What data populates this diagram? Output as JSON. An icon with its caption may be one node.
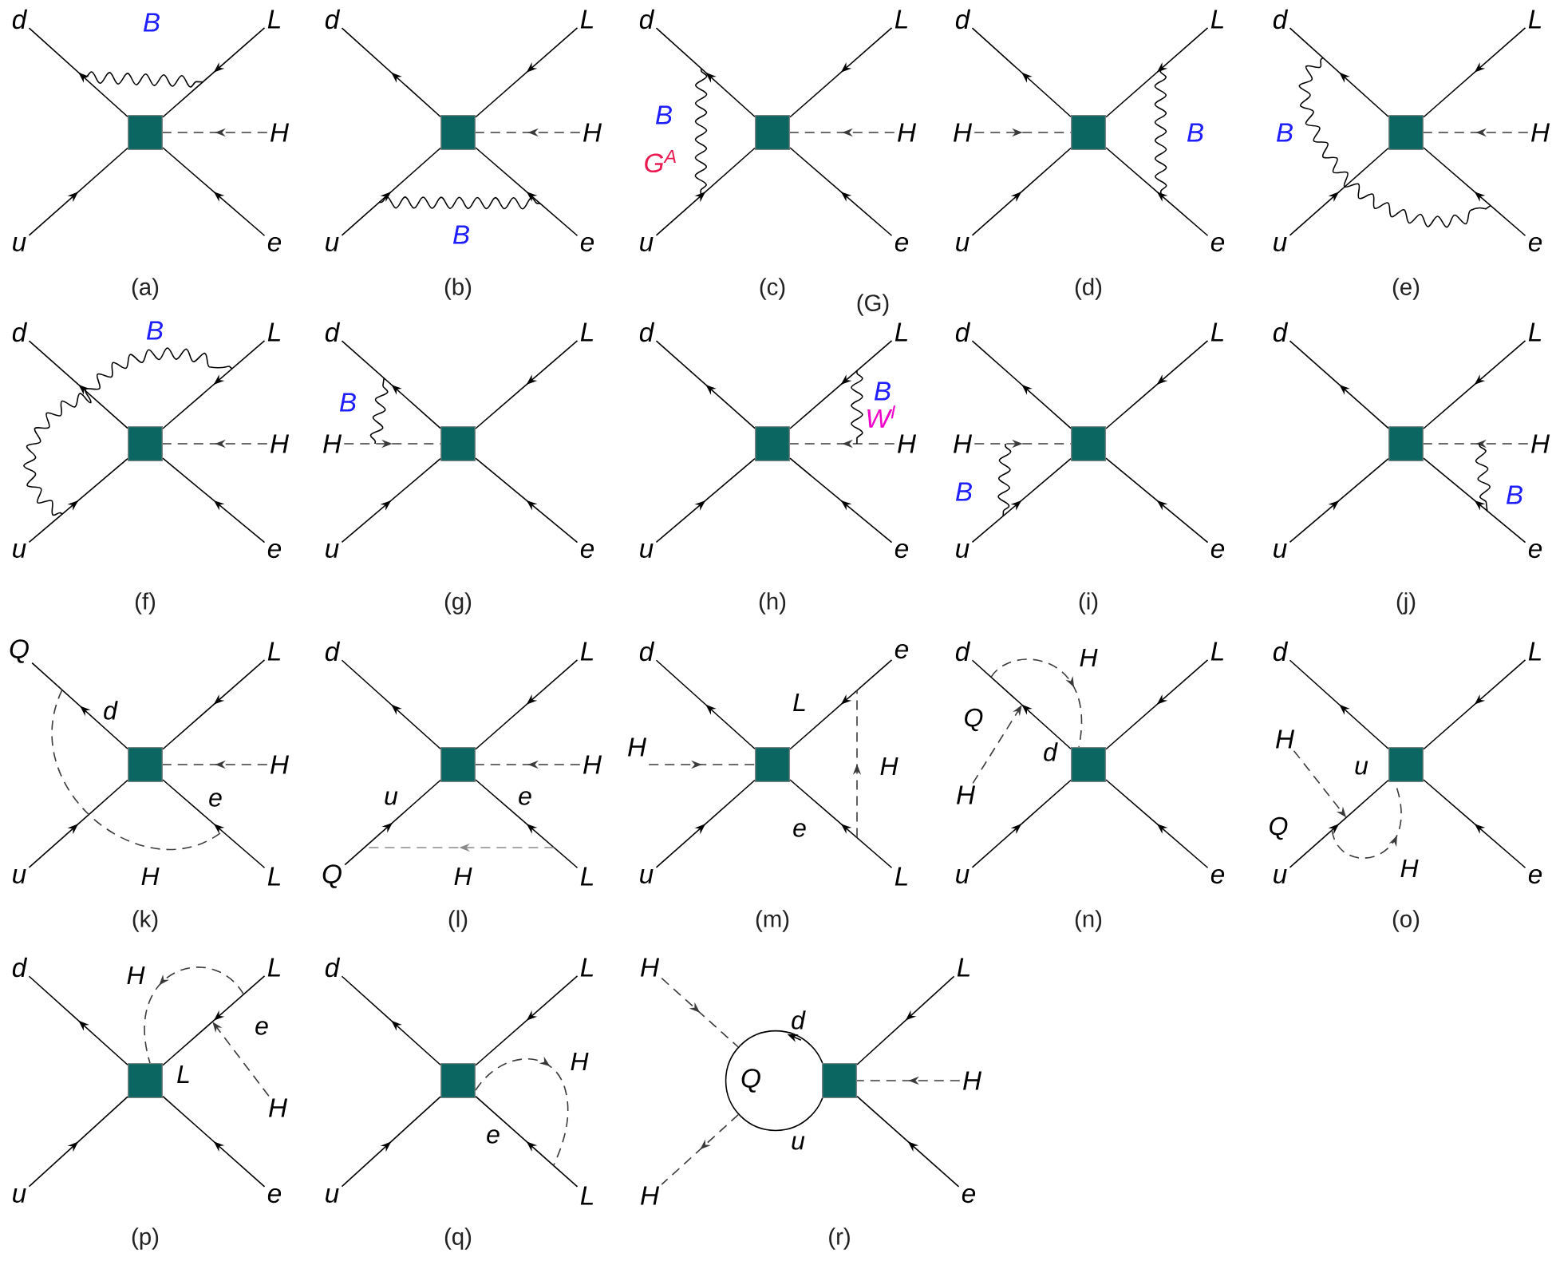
{
  "diagram": {
    "nodes": [
      {
        "text": [
          "d"
        ]
      },
      {
        "text": [
          "L"
        ]
      },
      {
        "text": [],
        "shape": "box"
      },
      {
        "text": [
          "H"
        ]
      },
      {
        "text": [
          "u"
        ]
      },
      {
        "text": [
          "e"
        ]
      },
      {
        "text": [
          "d"
        ]
      },
      {
        "text": [
          "L"
        ]
      },
      {
        "text": [],
        "shape": "box"
      },
      {
        "text": [
          "H"
        ]
      },
      {
        "text": [
          "u"
        ]
      },
      {
        "text": [
          "e"
        ]
      },
      {
        "text": [
          "d"
        ]
      },
      {
        "text": [
          "L"
        ]
      },
      {
        "text": [],
        "shape": "box"
      },
      {
        "text": [
          "H"
        ]
      },
      {
        "text": [
          "u"
        ]
      },
      {
        "text": [
          "e"
        ]
      },
      {
        "text": [
          "d"
        ]
      },
      {
        "text": [
          "L"
        ]
      },
      {
        "text": [
          "H"
        ]
      },
      {
        "text": [],
        "shape": "box"
      },
      {
        "text": [
          "u"
        ]
      },
      {
        "text": [
          "e"
        ]
      },
      {
        "text": [
          "d"
        ]
      },
      {
        "text": [
          "L"
        ]
      },
      {
        "text": [],
        "shape": "box"
      },
      {
        "text": [
          "H"
        ]
      },
      {
        "text": [
          "u"
        ]
      },
      {
        "text": [
          "e"
        ]
      },
      {
        "text": [
          "d"
        ]
      },
      {
        "text": [
          "L"
        ]
      },
      {
        "text": [],
        "shape": "box"
      },
      {
        "text": [
          "H"
        ]
      },
      {
        "text": [
          "u"
        ]
      },
      {
        "text": [
          "e"
        ]
      },
      {
        "text": [
          "d"
        ]
      },
      {
        "text": [
          "L"
        ]
      },
      {
        "text": [
          "H"
        ]
      },
      {
        "text": [],
        "shape": "box"
      },
      {
        "text": [
          "u"
        ]
      },
      {
        "text": [
          "e"
        ]
      },
      {
        "text": [
          "d"
        ]
      },
      {
        "text": [
          "L"
        ]
      },
      {
        "text": [],
        "shape": "box"
      },
      {
        "text": [
          "H"
        ]
      },
      {
        "text": [
          "u"
        ]
      },
      {
        "text": [
          "e"
        ]
      },
      {
        "text": [
          "d"
        ]
      },
      {
        "text": [
          "L"
        ]
      },
      {
        "text": [
          "H"
        ]
      },
      {
        "text": [],
        "shape": "box"
      },
      {
        "text": [
          "u"
        ]
      },
      {
        "text": [
          "e"
        ]
      },
      {
        "text": [
          "d"
        ]
      },
      {
        "text": [
          "L"
        ]
      },
      {
        "text": [],
        "shape": "box"
      },
      {
        "text": [
          "H"
        ]
      },
      {
        "text": [
          "u"
        ]
      },
      {
        "text": [
          "e"
        ]
      },
      {
        "text": [
          "Q"
        ]
      },
      {
        "text": [
          "L"
        ]
      },
      {
        "text": [],
        "shape": "box"
      },
      {
        "text": [
          "H"
        ]
      },
      {
        "text": [
          "u"
        ]
      },
      {
        "text": [
          "L"
        ]
      },
      {
        "text": [
          "d"
        ]
      },
      {
        "text": [
          "L"
        ]
      },
      {
        "text": [],
        "shape": "box"
      },
      {
        "text": [
          "H"
        ]
      },
      {
        "text": [
          "Q"
        ]
      },
      {
        "text": [
          "L"
        ]
      },
      {
        "text": [
          "d"
        ]
      },
      {
        "text": [
          "e"
        ]
      },
      {
        "text": [
          "H"
        ]
      },
      {
        "text": [],
        "shape": "box"
      },
      {
        "text": [
          "u"
        ]
      },
      {
        "text": [
          "L"
        ]
      },
      {
        "text": [
          "d"
        ]
      },
      {
        "text": [
          "L"
        ]
      },
      {
        "text": [],
        "shape": "box"
      },
      {
        "text": [
          "H"
        ]
      },
      {
        "text": [
          "u"
        ]
      },
      {
        "text": [
          "e"
        ]
      },
      {
        "text": [
          "d"
        ]
      },
      {
        "text": [
          "L"
        ]
      },
      {
        "text": [
          "H"
        ]
      },
      {
        "text": [],
        "shape": "box"
      },
      {
        "text": [
          "u"
        ]
      },
      {
        "text": [
          "e"
        ]
      },
      {
        "text": [
          "d"
        ]
      },
      {
        "text": [
          "L"
        ]
      },
      {
        "text": [],
        "shape": "box"
      },
      {
        "text": [
          "H"
        ]
      },
      {
        "text": [
          "u"
        ]
      },
      {
        "text": [
          "e"
        ]
      },
      {
        "text": [
          "d"
        ]
      },
      {
        "text": [
          "L"
        ]
      },
      {
        "text": [],
        "shape": "box"
      },
      {
        "text": [
          "u"
        ]
      },
      {
        "text": [
          "L"
        ]
      },
      {
        "text": [
          "H"
        ]
      },
      {
        "text": [
          "L"
        ]
      },
      {
        "text": [
          "Q"
        ],
        "beside": [
          "d",
          "u"
        ]
      },
      {
        "text": [],
        "shape": "box"
      },
      {
        "text": [
          "H"
        ]
      },
      {
        "text": [
          "H"
        ]
      },
      {
        "text": [
          "e"
        ]
      }
    ],
    "edges": [
      {
        "from": 2,
        "to": 0,
        "arrow": "to"
      },
      {
        "from": 1,
        "to": 2,
        "arrow": "to"
      },
      {
        "from": 3,
        "to": 2,
        "arrow": "to",
        "style": "dashed"
      },
      {
        "from": 4,
        "to": 2,
        "arrow": "to"
      },
      {
        "from": 5,
        "to": 2,
        "arrow": "to"
      },
      {
        "from": 8,
        "to": 6,
        "arrow": "to"
      },
      {
        "from": 7,
        "to": 8,
        "arrow": "to"
      },
      {
        "from": 9,
        "to": 8,
        "arrow": "to",
        "style": "dashed"
      },
      {
        "from": 10,
        "to": 8,
        "arrow": "to"
      },
      {
        "from": 11,
        "to": 8,
        "arrow": "to"
      },
      {
        "from": 14,
        "to": 12,
        "arrow": "to"
      },
      {
        "from": 13,
        "to": 14,
        "arrow": "to"
      },
      {
        "from": 15,
        "to": 14,
        "arrow": "to",
        "style": "dashed"
      },
      {
        "from": 16,
        "to": 14,
        "arrow": "to"
      },
      {
        "from": 17,
        "to": 14,
        "arrow": "to"
      },
      {
        "from": 21,
        "to": 18,
        "arrow": "to"
      },
      {
        "from": 19,
        "to": 21,
        "arrow": "to"
      },
      {
        "from": 20,
        "to": 21,
        "arrow": "to",
        "style": "dashed"
      },
      {
        "from": 22,
        "to": 21,
        "arrow": "to"
      },
      {
        "from": 23,
        "to": 21,
        "arrow": "to"
      },
      {
        "from": 26,
        "to": 24,
        "arrow": "to"
      },
      {
        "from": 25,
        "to": 26,
        "arrow": "to"
      },
      {
        "from": 27,
        "to": 26,
        "arrow": "to",
        "style": "dashed"
      },
      {
        "from": 28,
        "to": 26,
        "arrow": "to"
      },
      {
        "from": 29,
        "to": 26,
        "arrow": "to"
      },
      {
        "from": 32,
        "to": 30,
        "arrow": "to"
      },
      {
        "from": 31,
        "to": 32,
        "arrow": "to"
      },
      {
        "from": 33,
        "to": 32,
        "arrow": "to",
        "style": "dashed"
      },
      {
        "from": 34,
        "to": 32,
        "arrow": "to"
      },
      {
        "from": 35,
        "to": 32,
        "arrow": "to"
      },
      {
        "from": 39,
        "to": 36,
        "arrow": "to"
      },
      {
        "from": 37,
        "to": 39,
        "arrow": "to"
      },
      {
        "from": 38,
        "to": 39,
        "arrow": "to",
        "style": "dashed"
      },
      {
        "from": 40,
        "to": 39,
        "arrow": "to"
      },
      {
        "from": 41,
        "to": 39,
        "arrow": "to"
      },
      {
        "from": 44,
        "to": 42,
        "arrow": "to"
      },
      {
        "from": 43,
        "to": 44,
        "arrow": "to"
      },
      {
        "from": 45,
        "to": 44,
        "arrow": "to",
        "style": "dashed"
      },
      {
        "from": 46,
        "to": 44,
        "arrow": "to"
      },
      {
        "from": 47,
        "to": 44,
        "arrow": "to"
      },
      {
        "from": 51,
        "to": 48,
        "arrow": "to"
      },
      {
        "from": 49,
        "to": 51,
        "arrow": "to"
      },
      {
        "from": 50,
        "to": 51,
        "arrow": "to",
        "style": "dashed"
      },
      {
        "from": 52,
        "to": 51,
        "arrow": "to"
      },
      {
        "from": 53,
        "to": 51,
        "arrow": "to"
      },
      {
        "from": 56,
        "to": 54,
        "arrow": "to"
      },
      {
        "from": 55,
        "to": 56,
        "arrow": "to"
      },
      {
        "from": 57,
        "to": 56,
        "arrow": "to",
        "style": "dashed"
      },
      {
        "from": 58,
        "to": 56,
        "arrow": "to"
      },
      {
        "from": 59,
        "to": 56,
        "arrow": "to"
      },
      {
        "from": 62,
        "to": 60,
        "arrow": "to"
      },
      {
        "from": 61,
        "to": 62,
        "arrow": "to"
      },
      {
        "from": 63,
        "to": 62,
        "arrow": "to",
        "style": "dashed"
      },
      {
        "from": 64,
        "to": 62,
        "arrow": "to"
      },
      {
        "from": 65,
        "to": 62,
        "arrow": "to"
      },
      {
        "from": 68,
        "to": 66,
        "arrow": "to"
      },
      {
        "from": 67,
        "to": 68,
        "arrow": "to"
      },
      {
        "from": 69,
        "to": 68,
        "arrow": "to",
        "style": "dashed"
      },
      {
        "from": 70,
        "to": 68,
        "arrow": "to"
      },
      {
        "from": 71,
        "to": 68,
        "arrow": "to"
      },
      {
        "from": 75,
        "to": 72,
        "arrow": "to"
      },
      {
        "from": 73,
        "to": 75,
        "arrow": "to"
      },
      {
        "from": 74,
        "to": 75,
        "arrow": "to",
        "style": "dashed"
      },
      {
        "from": 76,
        "to": 75,
        "arrow": "to"
      },
      {
        "from": 77,
        "to": 75,
        "arrow": "to"
      },
      {
        "from": 80,
        "to": 78,
        "arrow": "to"
      },
      {
        "from": 79,
        "to": 80,
        "arrow": "to"
      },
      {
        "from": 81,
        "to": null,
        "arrow": "to",
        "style": "dashed"
      },
      {
        "from": 82,
        "to": 80,
        "arrow": "to"
      },
      {
        "from": 83,
        "to": 80,
        "arrow": "to"
      },
      {
        "from": 87,
        "to": 84,
        "arrow": "to"
      },
      {
        "from": 85,
        "to": 87,
        "arrow": "to"
      },
      {
        "from": 86,
        "to": null,
        "arrow": "to",
        "style": "dashed"
      },
      {
        "from": 88,
        "to": 87,
        "arrow": "to"
      },
      {
        "from": 89,
        "to": 87,
        "arrow": "to"
      },
      {
        "from": 92,
        "to": 90,
        "arrow": "to"
      },
      {
        "from": 91,
        "to": 92,
        "arrow": "to"
      },
      {
        "from": 93,
        "to": null,
        "arrow": "to",
        "style": "dashed"
      },
      {
        "from": 94,
        "to": 92,
        "arrow": "to"
      },
      {
        "from": 95,
        "to": 92,
        "arrow": "to"
      },
      {
        "from": 98,
        "to": 96,
        "arrow": "to"
      },
      {
        "from": 97,
        "to": 98,
        "arrow": "to"
      },
      {
        "from": 99,
        "to": 98,
        "arrow": "to"
      },
      {
        "from": 100,
        "to": 98,
        "arrow": "to"
      },
      {
        "from": 101,
        "to": 103,
        "arrow": "to",
        "style": "dashed"
      },
      {
        "from": 102,
        "to": 104,
        "arrow": "to"
      },
      {
        "from": 105,
        "to": 104,
        "arrow": "to",
        "style": "dashed"
      },
      {
        "from": 103,
        "to": 106,
        "arrow": "to",
        "style": "dashed"
      },
      {
        "from": 107,
        "to": 104,
        "arrow": "to"
      }
    ],
    "labels": [
      "B",
      "(a)",
      "B",
      "(b)",
      "B",
      "G$^{A}$",
      "(c)",
      "B",
      "(d)",
      "B",
      "(e)",
      "B",
      "(f)",
      "B",
      "(g)",
      "(G)",
      "B",
      "W$^{I}$",
      "(h)",
      "B",
      "(i)",
      "B",
      "(j)",
      "d",
      "e",
      "H",
      "(k)",
      "u",
      "e",
      "H",
      "(l)",
      "L",
      "H",
      "e",
      "(m)",
      "H",
      "Q",
      "d",
      "(n)",
      "u",
      "Q",
      "H",
      "(o)",
      "H",
      "e",
      "L",
      "(p)",
      "H",
      "e",
      "(q)",
      "(r)"
    ]
  }
}
